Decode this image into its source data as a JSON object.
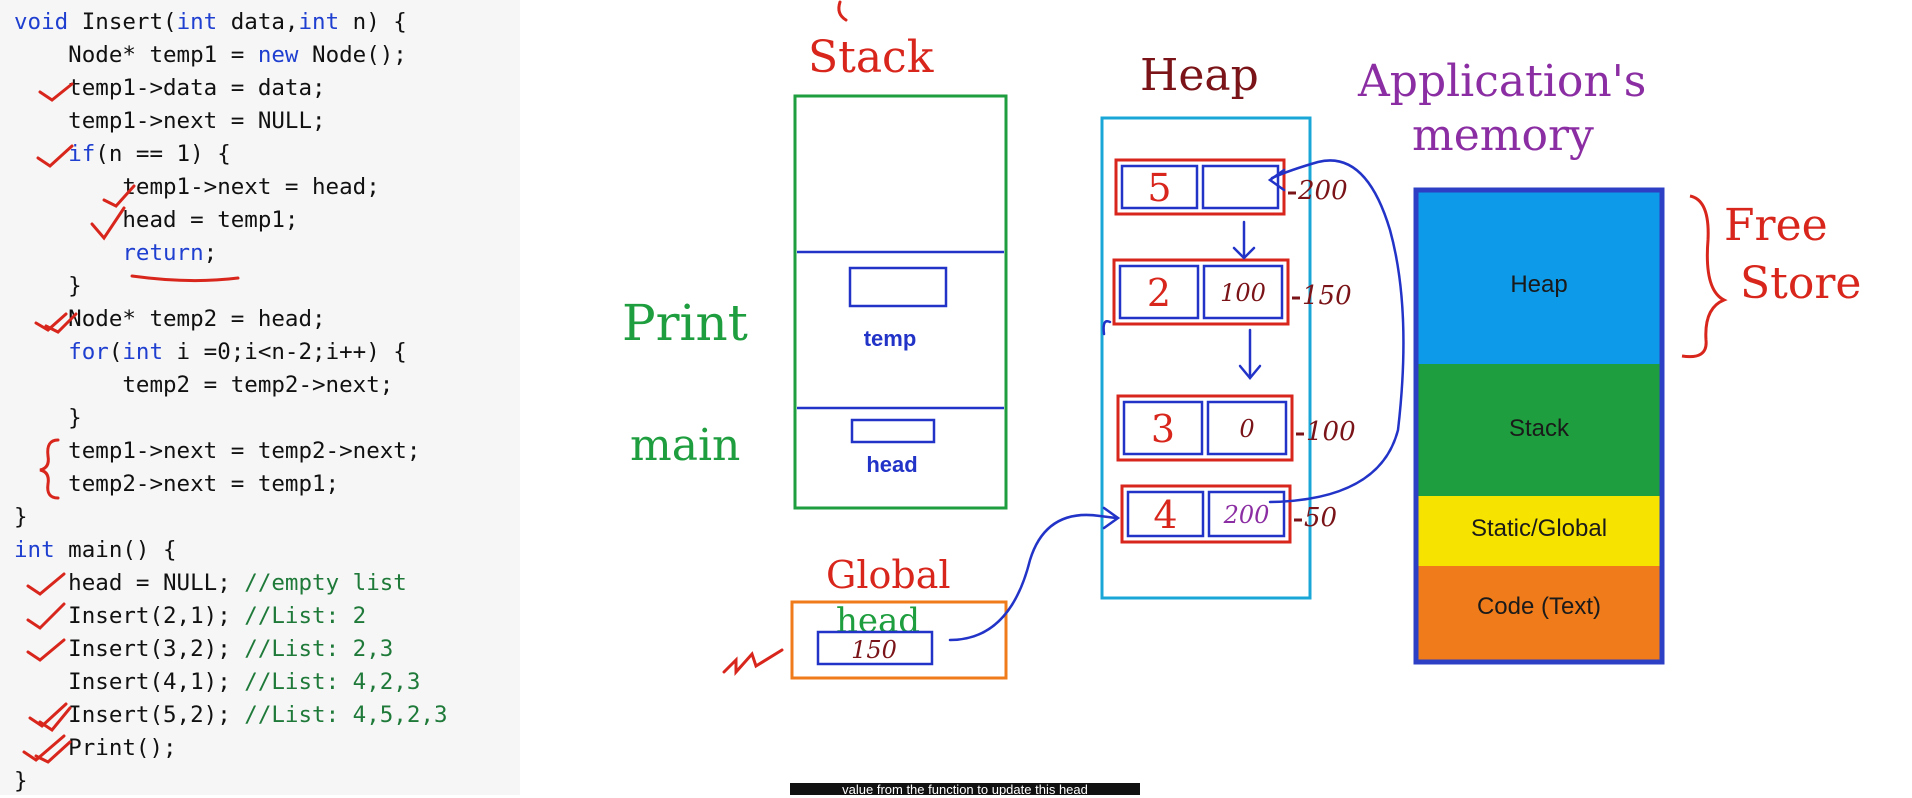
{
  "code": {
    "lines": [
      [
        {
          "t": "void",
          "c": "kw"
        },
        {
          "t": " Insert("
        },
        {
          "t": "int",
          "c": "kw"
        },
        {
          "t": " data,"
        },
        {
          "t": "int",
          "c": "kw"
        },
        {
          "t": " n) {"
        }
      ],
      [
        {
          "t": "    Node* temp1 = "
        },
        {
          "t": "new",
          "c": "kw"
        },
        {
          "t": " Node();"
        }
      ],
      [
        {
          "t": "    temp1->data = data;"
        }
      ],
      [
        {
          "t": "    temp1->next = NULL;"
        }
      ],
      [
        {
          "t": "    "
        },
        {
          "t": "if",
          "c": "kw"
        },
        {
          "t": "(n == 1) {"
        }
      ],
      [
        {
          "t": "        temp1->next = head;"
        }
      ],
      [
        {
          "t": "        head = temp1;"
        }
      ],
      [
        {
          "t": "        "
        },
        {
          "t": "return",
          "c": "rt"
        },
        {
          "t": ";"
        }
      ],
      [
        {
          "t": "    }"
        }
      ],
      [
        {
          "t": "    Node* temp2 = head;"
        }
      ],
      [
        {
          "t": "    "
        },
        {
          "t": "for",
          "c": "kw"
        },
        {
          "t": "("
        },
        {
          "t": "int",
          "c": "kw"
        },
        {
          "t": " i =0;i<n-2;i++) {"
        }
      ],
      [
        {
          "t": "        temp2 = temp2->next;"
        }
      ],
      [
        {
          "t": "    }"
        }
      ],
      [
        {
          "t": "    temp1->next = temp2->next;"
        }
      ],
      [
        {
          "t": "    temp2->next = temp1;"
        }
      ],
      [
        {
          "t": "}"
        }
      ],
      [
        {
          "t": "int",
          "c": "kw"
        },
        {
          "t": " main() {"
        }
      ],
      [
        {
          "t": "    head = NULL; "
        },
        {
          "t": "//empty list",
          "c": "cm"
        }
      ],
      [
        {
          "t": "    Insert(2,1); "
        },
        {
          "t": "//List: 2",
          "c": "cm"
        }
      ],
      [
        {
          "t": "    Insert(3,2); "
        },
        {
          "t": "//List: 2,3",
          "c": "cm"
        }
      ],
      [
        {
          "t": "    Insert(4,1); "
        },
        {
          "t": "//List: 4,2,3",
          "c": "cm"
        }
      ],
      [
        {
          "t": "    Insert(5,2); "
        },
        {
          "t": "//List: 4,5,2,3",
          "c": "cm"
        }
      ],
      [
        {
          "t": "    Print();"
        }
      ],
      [
        {
          "t": "}"
        }
      ]
    ]
  },
  "diagram": {
    "stack_title": "Stack",
    "heap_title": "Heap",
    "app_memory_title_1": "Application's",
    "app_memory_title_2": "memory",
    "print_label": "Print",
    "main_label": "main",
    "temp_label": "temp",
    "head_label": "head",
    "global_title": "Global",
    "global_var_name": "head",
    "global_head_value": "150",
    "nodes": [
      {
        "data": "5",
        "next": "",
        "address": "200"
      },
      {
        "data": "2",
        "next": "100",
        "address": "150"
      },
      {
        "data": "3",
        "next": "0",
        "address": "100"
      },
      {
        "data": "4",
        "next": "200",
        "address": "50"
      }
    ],
    "memory_segments": [
      "Heap",
      "Stack",
      "Static/Global",
      "Code (Text)"
    ],
    "free_store_1": "Free",
    "free_store_2": "Store",
    "colors": {
      "heap_segment": "#0d9ae8",
      "stack_segment": "#1e9e3e",
      "static_segment": "#f7e300",
      "code_segment": "#ef7b1a",
      "handwriting_red": "#d8261c",
      "handwriting_blue": "#2233c8",
      "handwriting_green": "#1e9e3e",
      "handwriting_purple": "#8c2ea3",
      "handwriting_maroon": "#7a1418"
    }
  },
  "caption": "value from the function to update this head"
}
